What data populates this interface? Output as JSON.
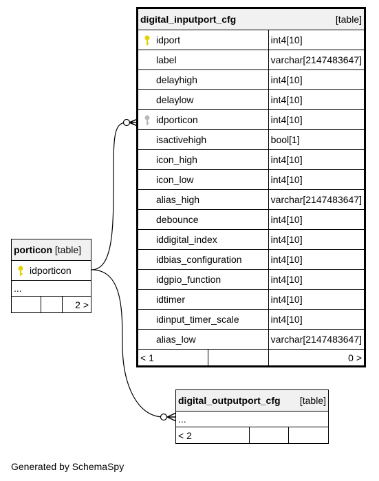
{
  "main_table": {
    "name": "digital_inputport_cfg",
    "type": "[table]",
    "columns": [
      {
        "name": "idport",
        "type": "int4[10]",
        "key": "primary"
      },
      {
        "name": "label",
        "type": "varchar[2147483647]",
        "key": ""
      },
      {
        "name": "delayhigh",
        "type": "int4[10]",
        "key": ""
      },
      {
        "name": "delaylow",
        "type": "int4[10]",
        "key": ""
      },
      {
        "name": "idporticon",
        "type": "int4[10]",
        "key": "foreign"
      },
      {
        "name": "isactivehigh",
        "type": "bool[1]",
        "key": ""
      },
      {
        "name": "icon_high",
        "type": "int4[10]",
        "key": ""
      },
      {
        "name": "icon_low",
        "type": "int4[10]",
        "key": ""
      },
      {
        "name": "alias_high",
        "type": "varchar[2147483647]",
        "key": ""
      },
      {
        "name": "debounce",
        "type": "int4[10]",
        "key": ""
      },
      {
        "name": "iddigital_index",
        "type": "int4[10]",
        "key": ""
      },
      {
        "name": "idbias_configuration",
        "type": "int4[10]",
        "key": ""
      },
      {
        "name": "idgpio_function",
        "type": "int4[10]",
        "key": ""
      },
      {
        "name": "idtimer",
        "type": "int4[10]",
        "key": ""
      },
      {
        "name": "idinput_timer_scale",
        "type": "int4[10]",
        "key": ""
      },
      {
        "name": "alias_low",
        "type": "varchar[2147483647]",
        "key": ""
      }
    ],
    "nav_left": "< 1",
    "nav_right": "0 >"
  },
  "porticon_table": {
    "name": "porticon",
    "type": "[table]",
    "column": "idporticon",
    "ellipsis": "...",
    "nav_right": "2 >"
  },
  "outport_table": {
    "name": "digital_outputport_cfg",
    "type": "[table]",
    "ellipsis": "...",
    "nav_left": "< 2"
  },
  "footer": "Generated by SchemaSpy",
  "colors": {
    "primary_key": "#e5d000",
    "foreign_key": "#b9b9b9",
    "header_bg": "#f1f1f1"
  }
}
